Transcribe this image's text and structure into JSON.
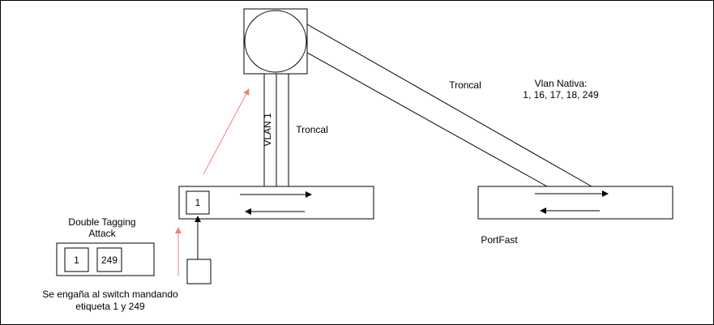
{
  "labels": {
    "vlan1": "VLAN 1",
    "troncal_vertical": "Troncal",
    "troncal_diagonal": "Troncal",
    "vlan_nativa_line1": "Vlan Nativa:",
    "vlan_nativa_line2": "1, 16, 17, 18, 249",
    "portfast": "PortFast",
    "attack_title_line1": "Double Tagging",
    "attack_title_line2": "Attack",
    "caption_line1": "Se engaña al switch mandando",
    "caption_line2": "etiqueta 1 y 249"
  },
  "tags": {
    "switch_port": "1",
    "frame_tag_outer": "1",
    "frame_tag_inner": "249"
  },
  "colors": {
    "stroke": "#000000",
    "attack_arrow": "#f08080",
    "background": "#ffffff"
  }
}
